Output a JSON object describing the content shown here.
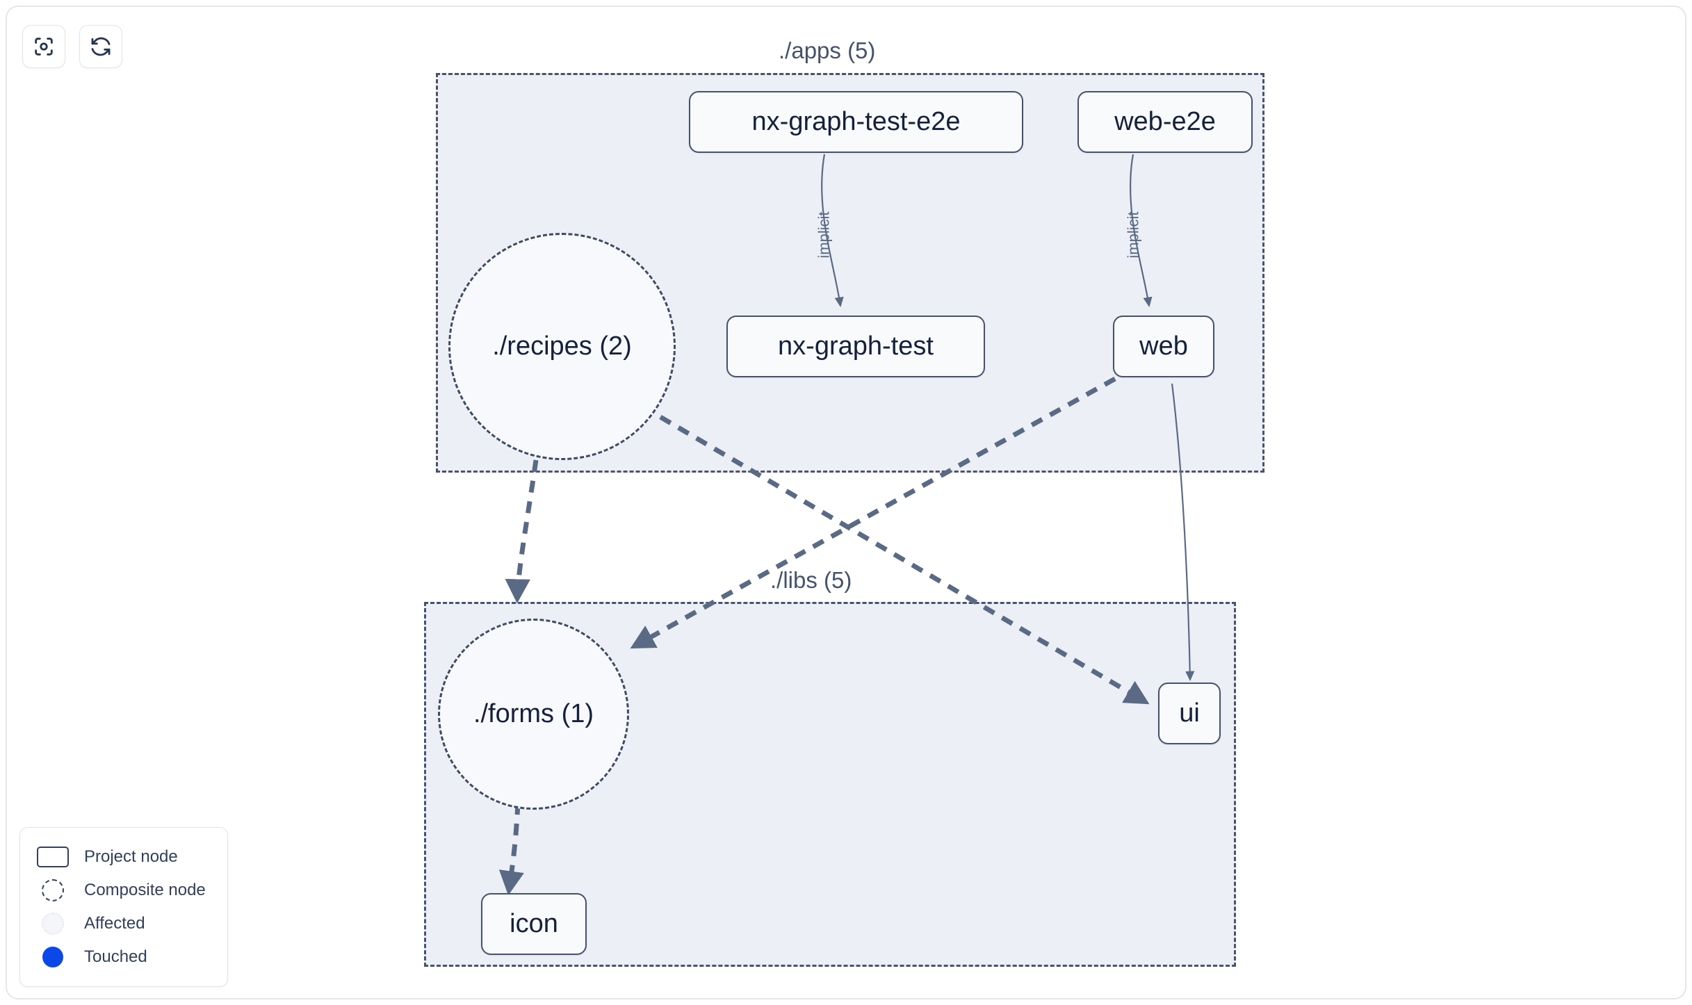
{
  "toolbar": {
    "buttons": [
      {
        "name": "focus-graph-button",
        "icon": "focus-target-icon",
        "label": ""
      },
      {
        "name": "refresh-graph-button",
        "icon": "refresh-icon",
        "label": ""
      }
    ]
  },
  "graph": {
    "groups": [
      {
        "id": "apps",
        "label": "./apps (5)"
      },
      {
        "id": "libs",
        "label": "./libs (5)"
      }
    ],
    "nodes": [
      {
        "id": "nx-graph-test-e2e",
        "label": "nx-graph-test-e2e",
        "type": "project",
        "group": "apps"
      },
      {
        "id": "web-e2e",
        "label": "web-e2e",
        "type": "project",
        "group": "apps"
      },
      {
        "id": "recipes",
        "label": "./recipes (2)",
        "type": "composite",
        "group": "apps"
      },
      {
        "id": "nx-graph-test",
        "label": "nx-graph-test",
        "type": "project",
        "group": "apps"
      },
      {
        "id": "web",
        "label": "web",
        "type": "project",
        "group": "apps"
      },
      {
        "id": "forms",
        "label": "./forms (1)",
        "type": "composite",
        "group": "libs"
      },
      {
        "id": "ui",
        "label": "ui",
        "type": "project",
        "group": "libs"
      },
      {
        "id": "icon",
        "label": "icon",
        "type": "project",
        "group": "libs"
      }
    ],
    "edges": [
      {
        "from": "nx-graph-test-e2e",
        "to": "nx-graph-test",
        "label": "implicit",
        "style": "solid"
      },
      {
        "from": "web-e2e",
        "to": "web",
        "label": "implicit",
        "style": "solid"
      },
      {
        "from": "web",
        "to": "ui",
        "label": "",
        "style": "solid"
      },
      {
        "from": "recipes",
        "to": "forms",
        "label": "",
        "style": "dashed"
      },
      {
        "from": "recipes",
        "to": "ui",
        "label": "",
        "style": "dashed"
      },
      {
        "from": "web",
        "to": "forms",
        "label": "",
        "style": "dashed"
      },
      {
        "from": "forms",
        "to": "icon",
        "label": "",
        "style": "dashed"
      }
    ]
  },
  "legend": {
    "items": [
      {
        "swatch": "project-node-swatch",
        "label": "Project node"
      },
      {
        "swatch": "composite-node-swatch",
        "label": "Composite node"
      },
      {
        "swatch": "affected-swatch",
        "label": "Affected"
      },
      {
        "swatch": "touched-swatch",
        "label": "Touched"
      }
    ]
  },
  "colors": {
    "group_fill": "#eceff5",
    "node_border": "#45526b",
    "node_fill": "#f8fafc",
    "edge": "#5a6a85",
    "touched": "#0c48e8",
    "text": "#15213b"
  }
}
